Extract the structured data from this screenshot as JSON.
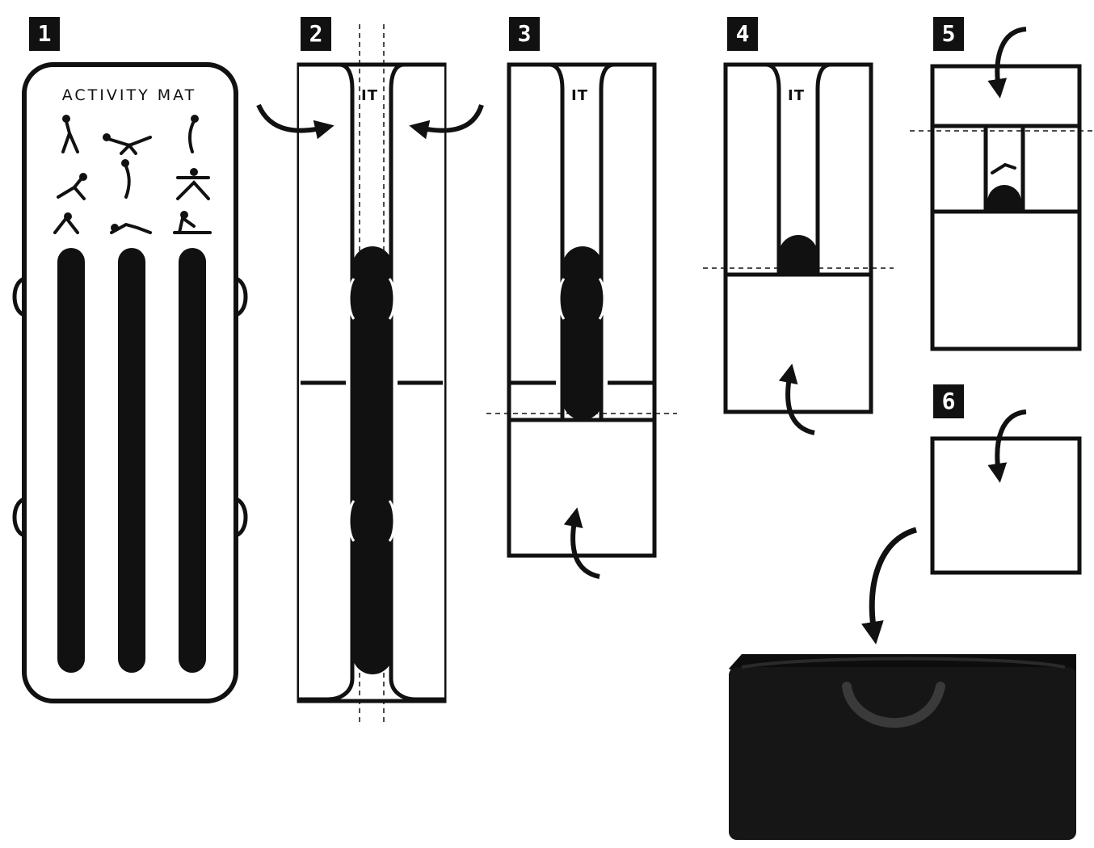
{
  "steps": [
    {
      "label": "1"
    },
    {
      "label": "2"
    },
    {
      "label": "3"
    },
    {
      "label": "4"
    },
    {
      "label": "5"
    },
    {
      "label": "6"
    }
  ],
  "mat": {
    "title": "ACTIVITY MAT",
    "folded_text_fragment": "IT"
  },
  "colors": {
    "ink": "#111111",
    "paper": "#ffffff",
    "bag": "#161616",
    "bag_handle": "#3a3a3a"
  },
  "icons": [
    "fold-arrow-icon",
    "yoga-pose-icon",
    "carry-bag-icon"
  ]
}
